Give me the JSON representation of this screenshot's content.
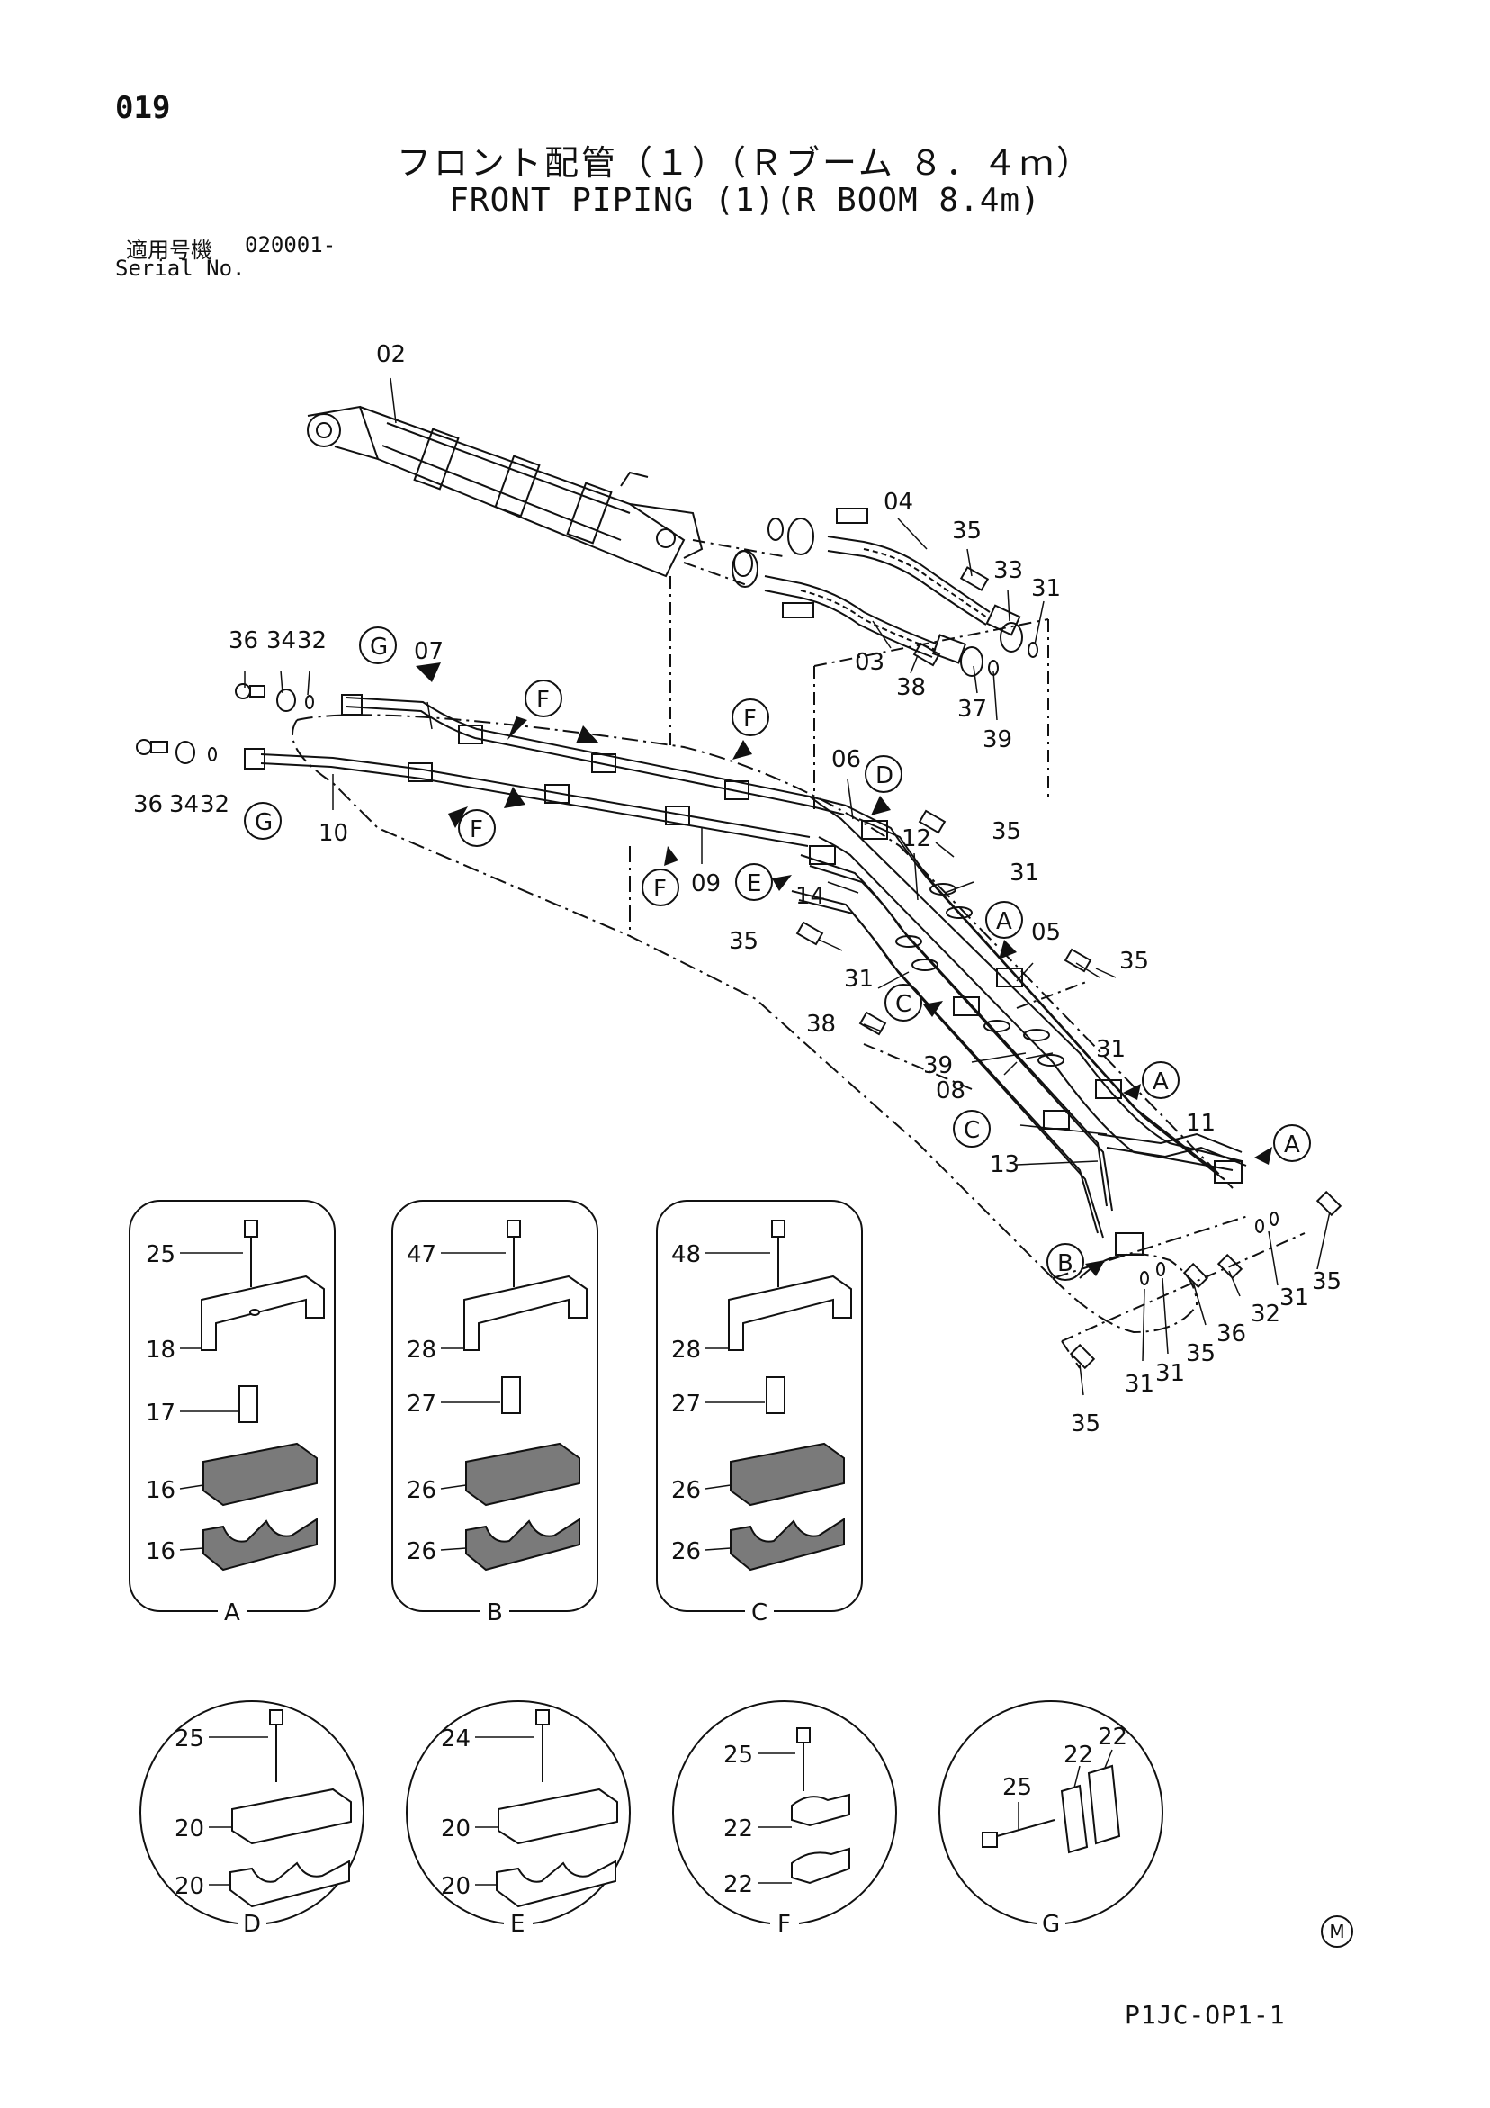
{
  "page_number": "019",
  "title_jp": "フロント配管（１）（Ｒブーム ８．４ｍ）",
  "title_en": "FRONT PIPING (1)(R BOOM 8.4m)",
  "serial": {
    "label_jp": "適用号機",
    "value": "020001-",
    "label_en": "Serial No."
  },
  "doc_code": "P1JC-OP1-1",
  "corner_mark": "M",
  "callouts_main": {
    "c02": "02",
    "c04": "04",
    "c35a": "35",
    "c33": "33",
    "c31a": "31",
    "c03": "03",
    "c38a": "38",
    "c37": "37",
    "c39a": "39",
    "c36a": "36",
    "c34a": "34",
    "c32a": "32",
    "c07": "07",
    "c36b": "36",
    "c34b": "34",
    "c32b": "32",
    "c10": "10",
    "c06": "06",
    "c12": "12",
    "c35b": "35",
    "c31b": "31",
    "c09": "09",
    "c14": "14",
    "c35c": "35",
    "c05": "05",
    "c35d": "35",
    "c31c": "31",
    "c38b": "38",
    "c39b": "39",
    "c31d": "31",
    "c08": "08",
    "c11": "11",
    "c13": "13",
    "c35e": "35",
    "c32c": "32",
    "c31e": "31",
    "c36c": "36",
    "c35f": "35",
    "c31f": "31",
    "c31g": "31",
    "c35g": "35"
  },
  "circled_letters": {
    "g1": "G",
    "f1": "F",
    "f2": "F",
    "f3": "F",
    "d1": "D",
    "g2": "G",
    "e1": "E",
    "f4": "F",
    "a1": "A",
    "c1": "C",
    "a2": "A",
    "c2": "C",
    "a3": "A",
    "b1": "B"
  },
  "details": {
    "A": {
      "label": "A",
      "parts": [
        "25",
        "18",
        "17",
        "16",
        "16"
      ]
    },
    "B": {
      "label": "B",
      "parts": [
        "47",
        "28",
        "27",
        "26",
        "26"
      ]
    },
    "C": {
      "label": "C",
      "parts": [
        "48",
        "28",
        "27",
        "26",
        "26"
      ]
    },
    "D": {
      "label": "D",
      "parts": [
        "25",
        "20",
        "20"
      ]
    },
    "E": {
      "label": "E",
      "parts": [
        "24",
        "20",
        "20"
      ]
    },
    "F": {
      "label": "F",
      "parts": [
        "25",
        "22",
        "22"
      ]
    },
    "G": {
      "label": "G",
      "parts": [
        "25",
        "22",
        "22"
      ]
    }
  }
}
